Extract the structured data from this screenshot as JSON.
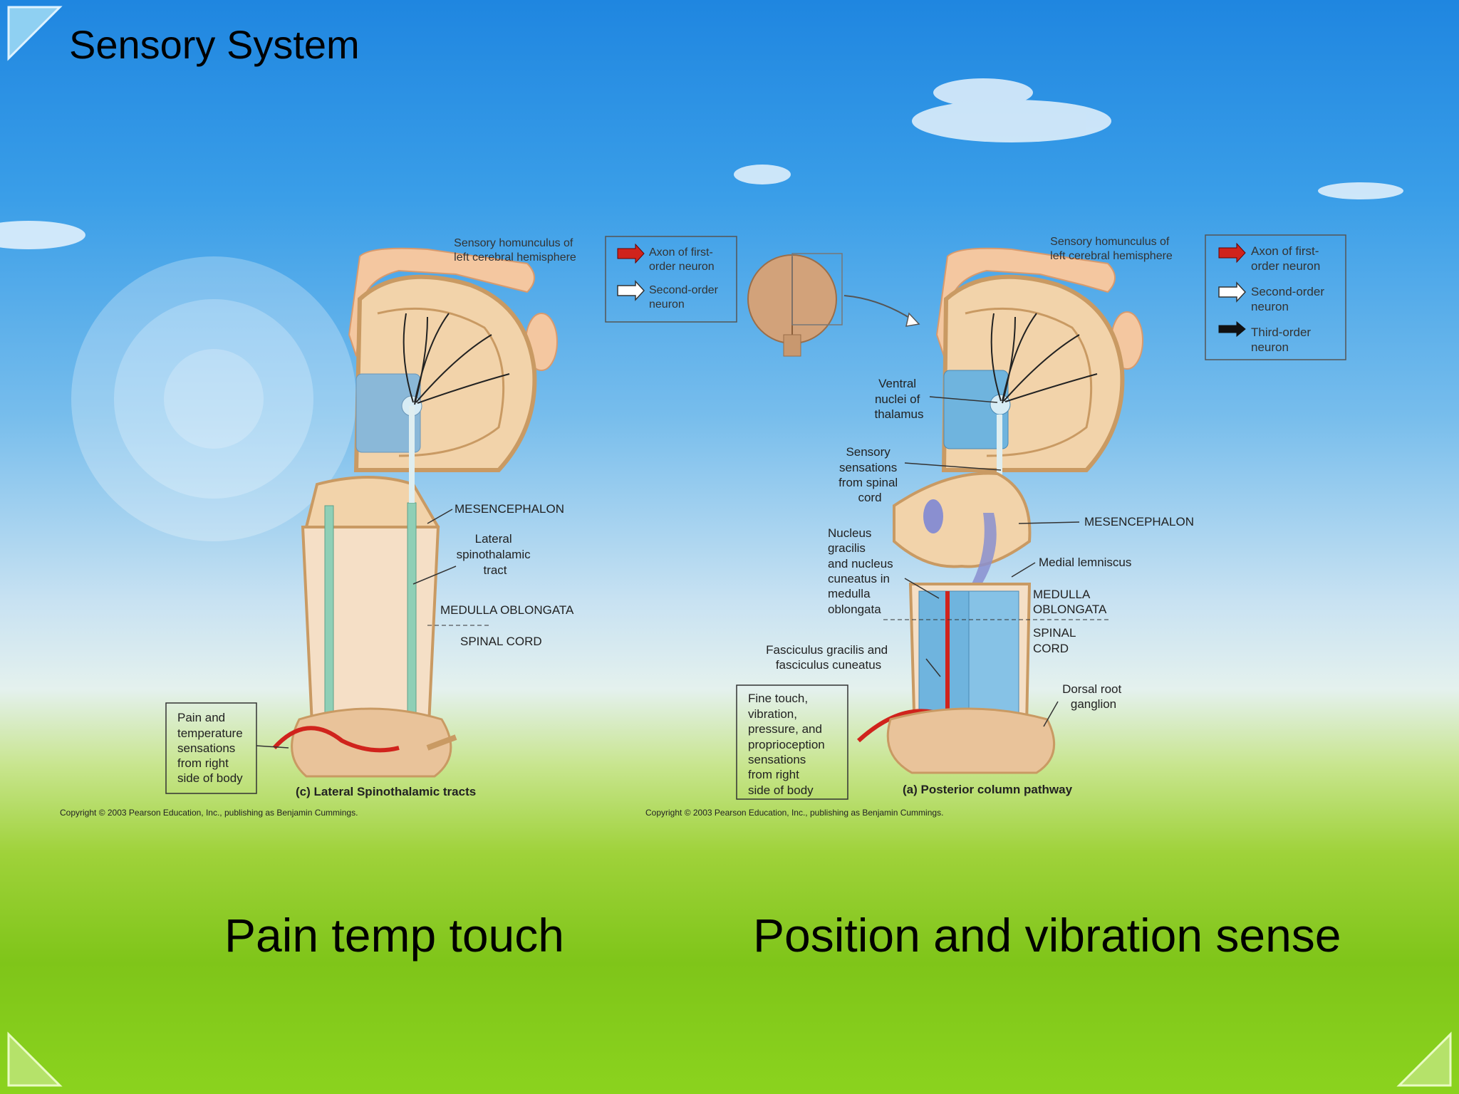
{
  "slide": {
    "title": "Sensory System",
    "caption_left": "Pain temp touch",
    "caption_right": "Position and vibration sense"
  },
  "left_figure": {
    "homunculus_label": [
      "Sensory homunculus of",
      "left cerebral hemisphere"
    ],
    "mesencephalon": "MESENCEPHALON",
    "tract_label": [
      "Lateral",
      "spinothalamic",
      "tract"
    ],
    "medulla": "MEDULLA OBLONGATA",
    "spinal_cord": "SPINAL CORD",
    "source_box": [
      "Pain and",
      "temperature",
      "sensations",
      "from right",
      "side of body"
    ],
    "figure_caption": "(c) Lateral Spinothalamic tracts",
    "copyright": "Copyright © 2003 Pearson Education, Inc., publishing as Benjamin Cummings."
  },
  "legend_left": [
    {
      "text": [
        "Axon of first-",
        "order neuron"
      ],
      "arrow": "red"
    },
    {
      "text": [
        "Second-order",
        "neuron"
      ],
      "arrow": "white"
    }
  ],
  "right_figure": {
    "homunculus_label": [
      "Sensory homunculus of",
      "left cerebral hemisphere"
    ],
    "thalamus_label": [
      "Ventral",
      "nuclei of",
      "thalamus"
    ],
    "sensations_label": [
      "Sensory",
      "sensations",
      "from spinal",
      "cord"
    ],
    "mesencephalon": "MESENCEPHALON",
    "nucleus_label": [
      "Nucleus",
      "gracilis",
      "and nucleus",
      "cuneatus in",
      "medulla",
      "oblongata"
    ],
    "lemniscus": "Medial lemniscus",
    "medulla": [
      "MEDULLA",
      "OBLONGATA"
    ],
    "spinal_cord": [
      "SPINAL",
      "CORD"
    ],
    "fasciculus_label": [
      "Fasciculus gracilis and",
      "fasciculus cuneatus"
    ],
    "dorsal_root": [
      "Dorsal root",
      "ganglion"
    ],
    "source_box": [
      "Fine touch,",
      "vibration,",
      "pressure, and",
      "proprioception",
      "sensations",
      "from right",
      "side of body"
    ],
    "figure_caption": "(a) Posterior column pathway",
    "copyright": "Copyright © 2003 Pearson Education, Inc., publishing as Benjamin Cummings."
  },
  "legend_right": [
    {
      "text": [
        "Axon of first-",
        "order neuron"
      ],
      "arrow": "red"
    },
    {
      "text": [
        "Second-order",
        "neuron"
      ],
      "arrow": "white"
    },
    {
      "text": [
        "Third-order",
        "neuron"
      ],
      "arrow": "black"
    }
  ],
  "colors": {
    "cortex_tan": "#f2d3aa",
    "cortex_edge": "#c99a63",
    "first_order_red": "#d0231c",
    "tract_green": "#8fcfb6",
    "column_blue": "#6fb4de"
  }
}
